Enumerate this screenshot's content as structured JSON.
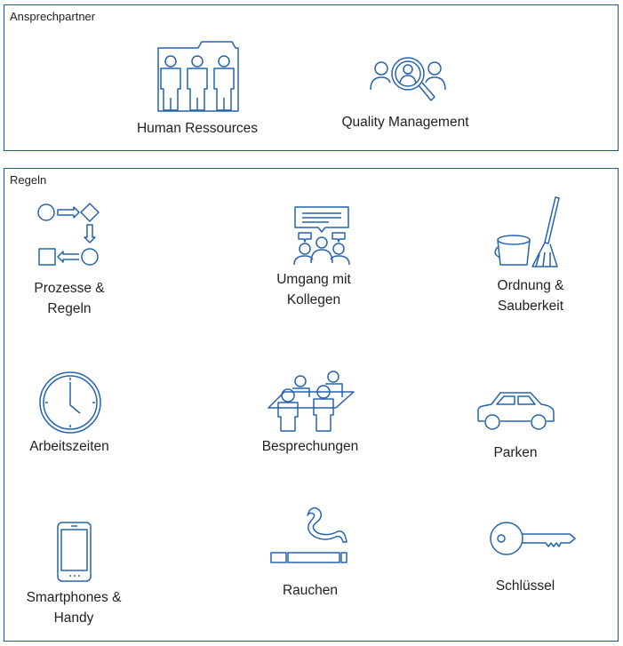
{
  "sections": [
    {
      "title": "Ansprechpartner",
      "items": [
        {
          "label": "Human Ressources",
          "icon": "people-folder-icon"
        },
        {
          "label": "Quality Management",
          "icon": "magnifier-people-icon"
        }
      ]
    },
    {
      "title": "Regeln",
      "items": [
        {
          "label_lines": [
            "Prozesse &",
            "Regeln"
          ],
          "icon": "process-flow-icon"
        },
        {
          "label_lines": [
            "Umgang mit",
            "Kollegen"
          ],
          "icon": "colleagues-chat-icon"
        },
        {
          "label_lines": [
            "Ordnung &",
            "Sauberkeit"
          ],
          "icon": "bucket-broom-icon"
        },
        {
          "label": "Arbeitszeiten",
          "icon": "clock-icon"
        },
        {
          "label": "Besprechungen",
          "icon": "meeting-icon"
        },
        {
          "label": "Parken",
          "icon": "car-icon"
        },
        {
          "label_lines": [
            "Smartphones &",
            "Handy"
          ],
          "icon": "smartphone-icon"
        },
        {
          "label": "Rauchen",
          "icon": "cigarette-icon"
        },
        {
          "label": "Schlüssel",
          "icon": "key-icon"
        }
      ]
    }
  ],
  "colors": {
    "accent": "#2563ae",
    "border": "#2058a0"
  }
}
